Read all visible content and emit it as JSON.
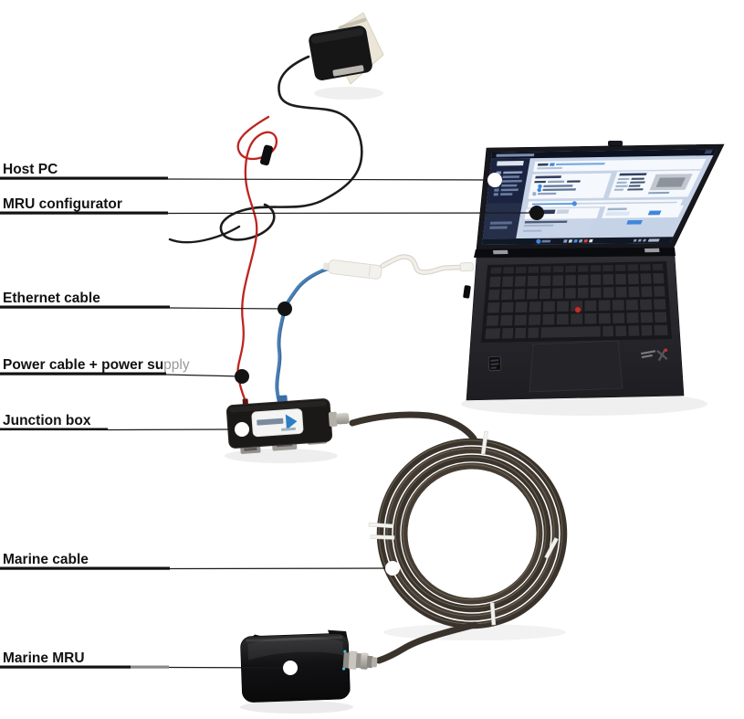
{
  "callouts": [
    {
      "id": "host-pc",
      "label": "Host PC",
      "dot": "#ffffff"
    },
    {
      "id": "mru-configurator",
      "label": "MRU configurator",
      "dot": "#131313"
    },
    {
      "id": "ethernet-cable",
      "label": "Ethernet cable",
      "dot": "#131313"
    },
    {
      "id": "power-cable-power-supply",
      "label": "Power cable + power supply",
      "label_bold": "Power cable + power su",
      "label_tail": "pply",
      "dot": "#131313"
    },
    {
      "id": "junction-box",
      "label": "Junction box",
      "dot": "#ffffff"
    },
    {
      "id": "marine-cable",
      "label": "Marine cable",
      "dot": "#ffffff"
    },
    {
      "id": "marine-mru",
      "label": "Marine MRU",
      "dot": "#ffffff"
    }
  ],
  "colors": {
    "background": "#ffffff",
    "label_text": "#121212",
    "callout_line": "#1a1a1a",
    "accent_blue": "#3f87da",
    "ethernet_cable_blue": "#4a7fb5",
    "power_cable_red": "#bf2420",
    "marine_cable_dark": "#3a332b",
    "laptop_body": "#232328",
    "app_sidebar_navy": "#1a2440",
    "app_main_bg": "#c6d2e6",
    "taskbar_dark": "#101826"
  }
}
